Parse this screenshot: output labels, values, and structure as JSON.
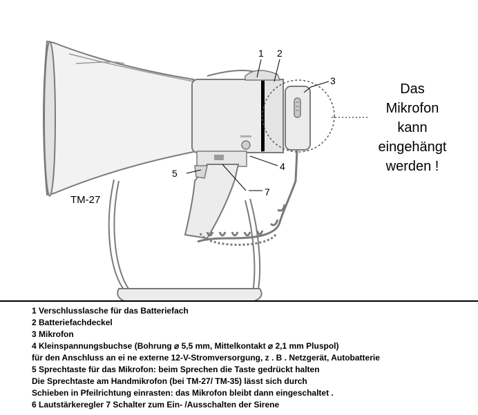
{
  "diagram": {
    "model_label": "TM-27",
    "callouts": [
      "1",
      "2",
      "3",
      "4",
      "5",
      "7"
    ]
  },
  "note": {
    "lines": [
      "Das",
      "Mikrofon",
      "kann",
      "eingehängt",
      "werden !"
    ]
  },
  "legend": {
    "lines": [
      "1 Verschlusslasche für das Batteriefach",
      "2 Batteriefachdeckel",
      "3 Mikrofon",
      "4 Kleinspannungsbuchse (Bohrung ⌀ 5,5 mm, Mittelkontakt ⌀ 2,1 mm Pluspol)",
      "für den Anschluss an ei ne  externe 12-V-Stromversorgung, z . B . Netzgerät, Autobatterie",
      "5 Sprechtaste für das Mikrofon: beim Sprechen die Taste gedrückt halten",
      "Die Sprechtaste am Handmikrofon (bei TM-27/ TM-35) lässt sich durch",
      "Schieben in Pfeilrichtung einrasten: das Mikrofon bleibt dann eingeschaltet .",
      "6 Lautstärkeregler 7 Schalter zum Ein- /Ausschalten der Sirene"
    ]
  },
  "colors": {
    "outline": "#7a7a7a",
    "fill_light": "#ececec",
    "fill_mid": "#d8d8d8",
    "band": "#000000"
  }
}
